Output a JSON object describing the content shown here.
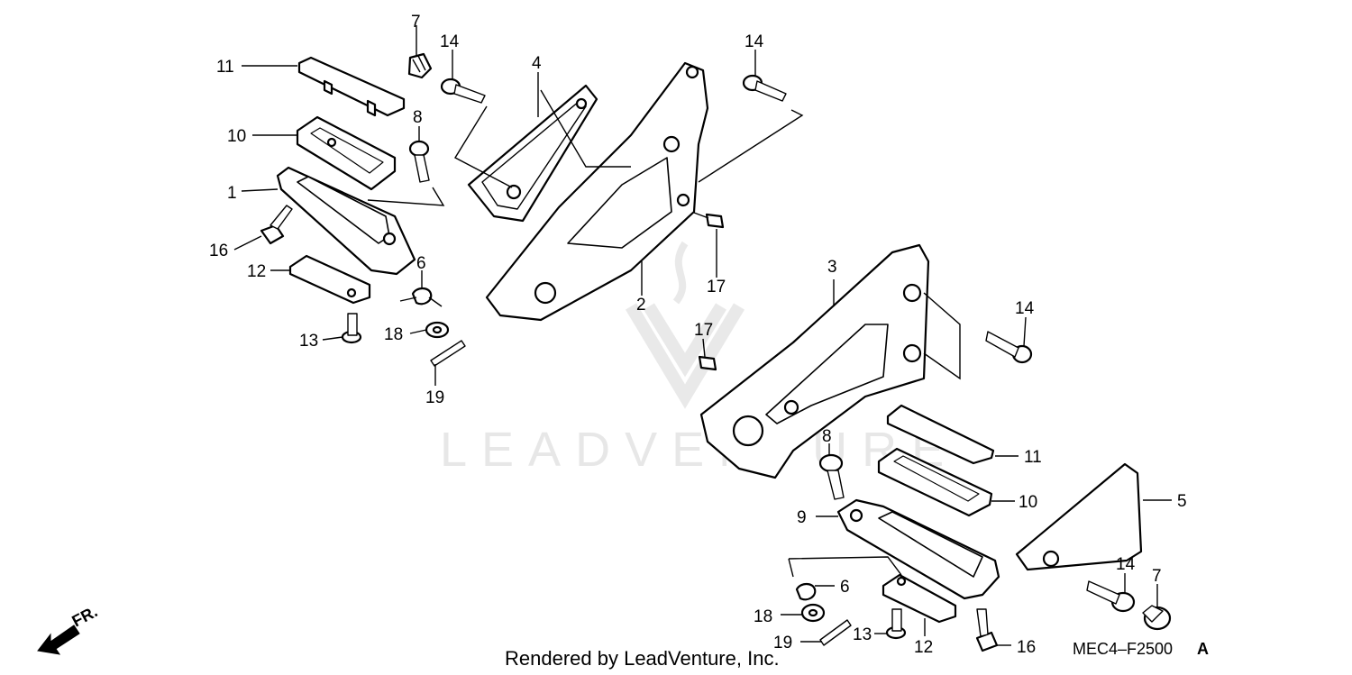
{
  "diagram": {
    "watermark": "LEADVENTURE",
    "footer": "Rendered by LeadVenture, Inc.",
    "code": "MEC4–F2500",
    "code_suffix": "A",
    "direction": "FR.",
    "callouts": [
      {
        "id": "l1",
        "text": "1"
      },
      {
        "id": "l2",
        "text": "2"
      },
      {
        "id": "l3",
        "text": "3"
      },
      {
        "id": "l4",
        "text": "4"
      },
      {
        "id": "l5",
        "text": "5"
      },
      {
        "id": "l6a",
        "text": "6"
      },
      {
        "id": "l6b",
        "text": "6"
      },
      {
        "id": "l7a",
        "text": "7"
      },
      {
        "id": "l7b",
        "text": "7"
      },
      {
        "id": "l8a",
        "text": "8"
      },
      {
        "id": "l8b",
        "text": "8"
      },
      {
        "id": "l9",
        "text": "9"
      },
      {
        "id": "l10a",
        "text": "10"
      },
      {
        "id": "l10b",
        "text": "10"
      },
      {
        "id": "l11a",
        "text": "11"
      },
      {
        "id": "l11b",
        "text": "11"
      },
      {
        "id": "l12a",
        "text": "12"
      },
      {
        "id": "l12b",
        "text": "12"
      },
      {
        "id": "l13a",
        "text": "13"
      },
      {
        "id": "l13b",
        "text": "13"
      },
      {
        "id": "l14a",
        "text": "14"
      },
      {
        "id": "l14b",
        "text": "14"
      },
      {
        "id": "l14c",
        "text": "14"
      },
      {
        "id": "l14d",
        "text": "14"
      },
      {
        "id": "l16a",
        "text": "16"
      },
      {
        "id": "l16b",
        "text": "16"
      },
      {
        "id": "l17a",
        "text": "17"
      },
      {
        "id": "l17b",
        "text": "17"
      },
      {
        "id": "l18a",
        "text": "18"
      },
      {
        "id": "l18b",
        "text": "18"
      },
      {
        "id": "l19a",
        "text": "19"
      },
      {
        "id": "l19b",
        "text": "19"
      }
    ]
  }
}
